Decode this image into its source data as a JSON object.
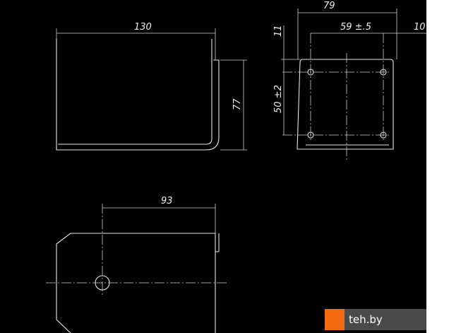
{
  "drawing": {
    "dimensions": {
      "width_top": "130",
      "height_side": "77",
      "overall_width": "79",
      "hole_spacing_h": "59 ±.5",
      "edge_right": "10",
      "edge_top": "11",
      "hole_spacing_v": "50 ±2",
      "hole_offset": "93"
    }
  },
  "watermark": {
    "text": "teh.by"
  },
  "colors": {
    "background": "#000000",
    "lines": "#e6e6e6",
    "watermark_accent": "#f26a0f"
  }
}
